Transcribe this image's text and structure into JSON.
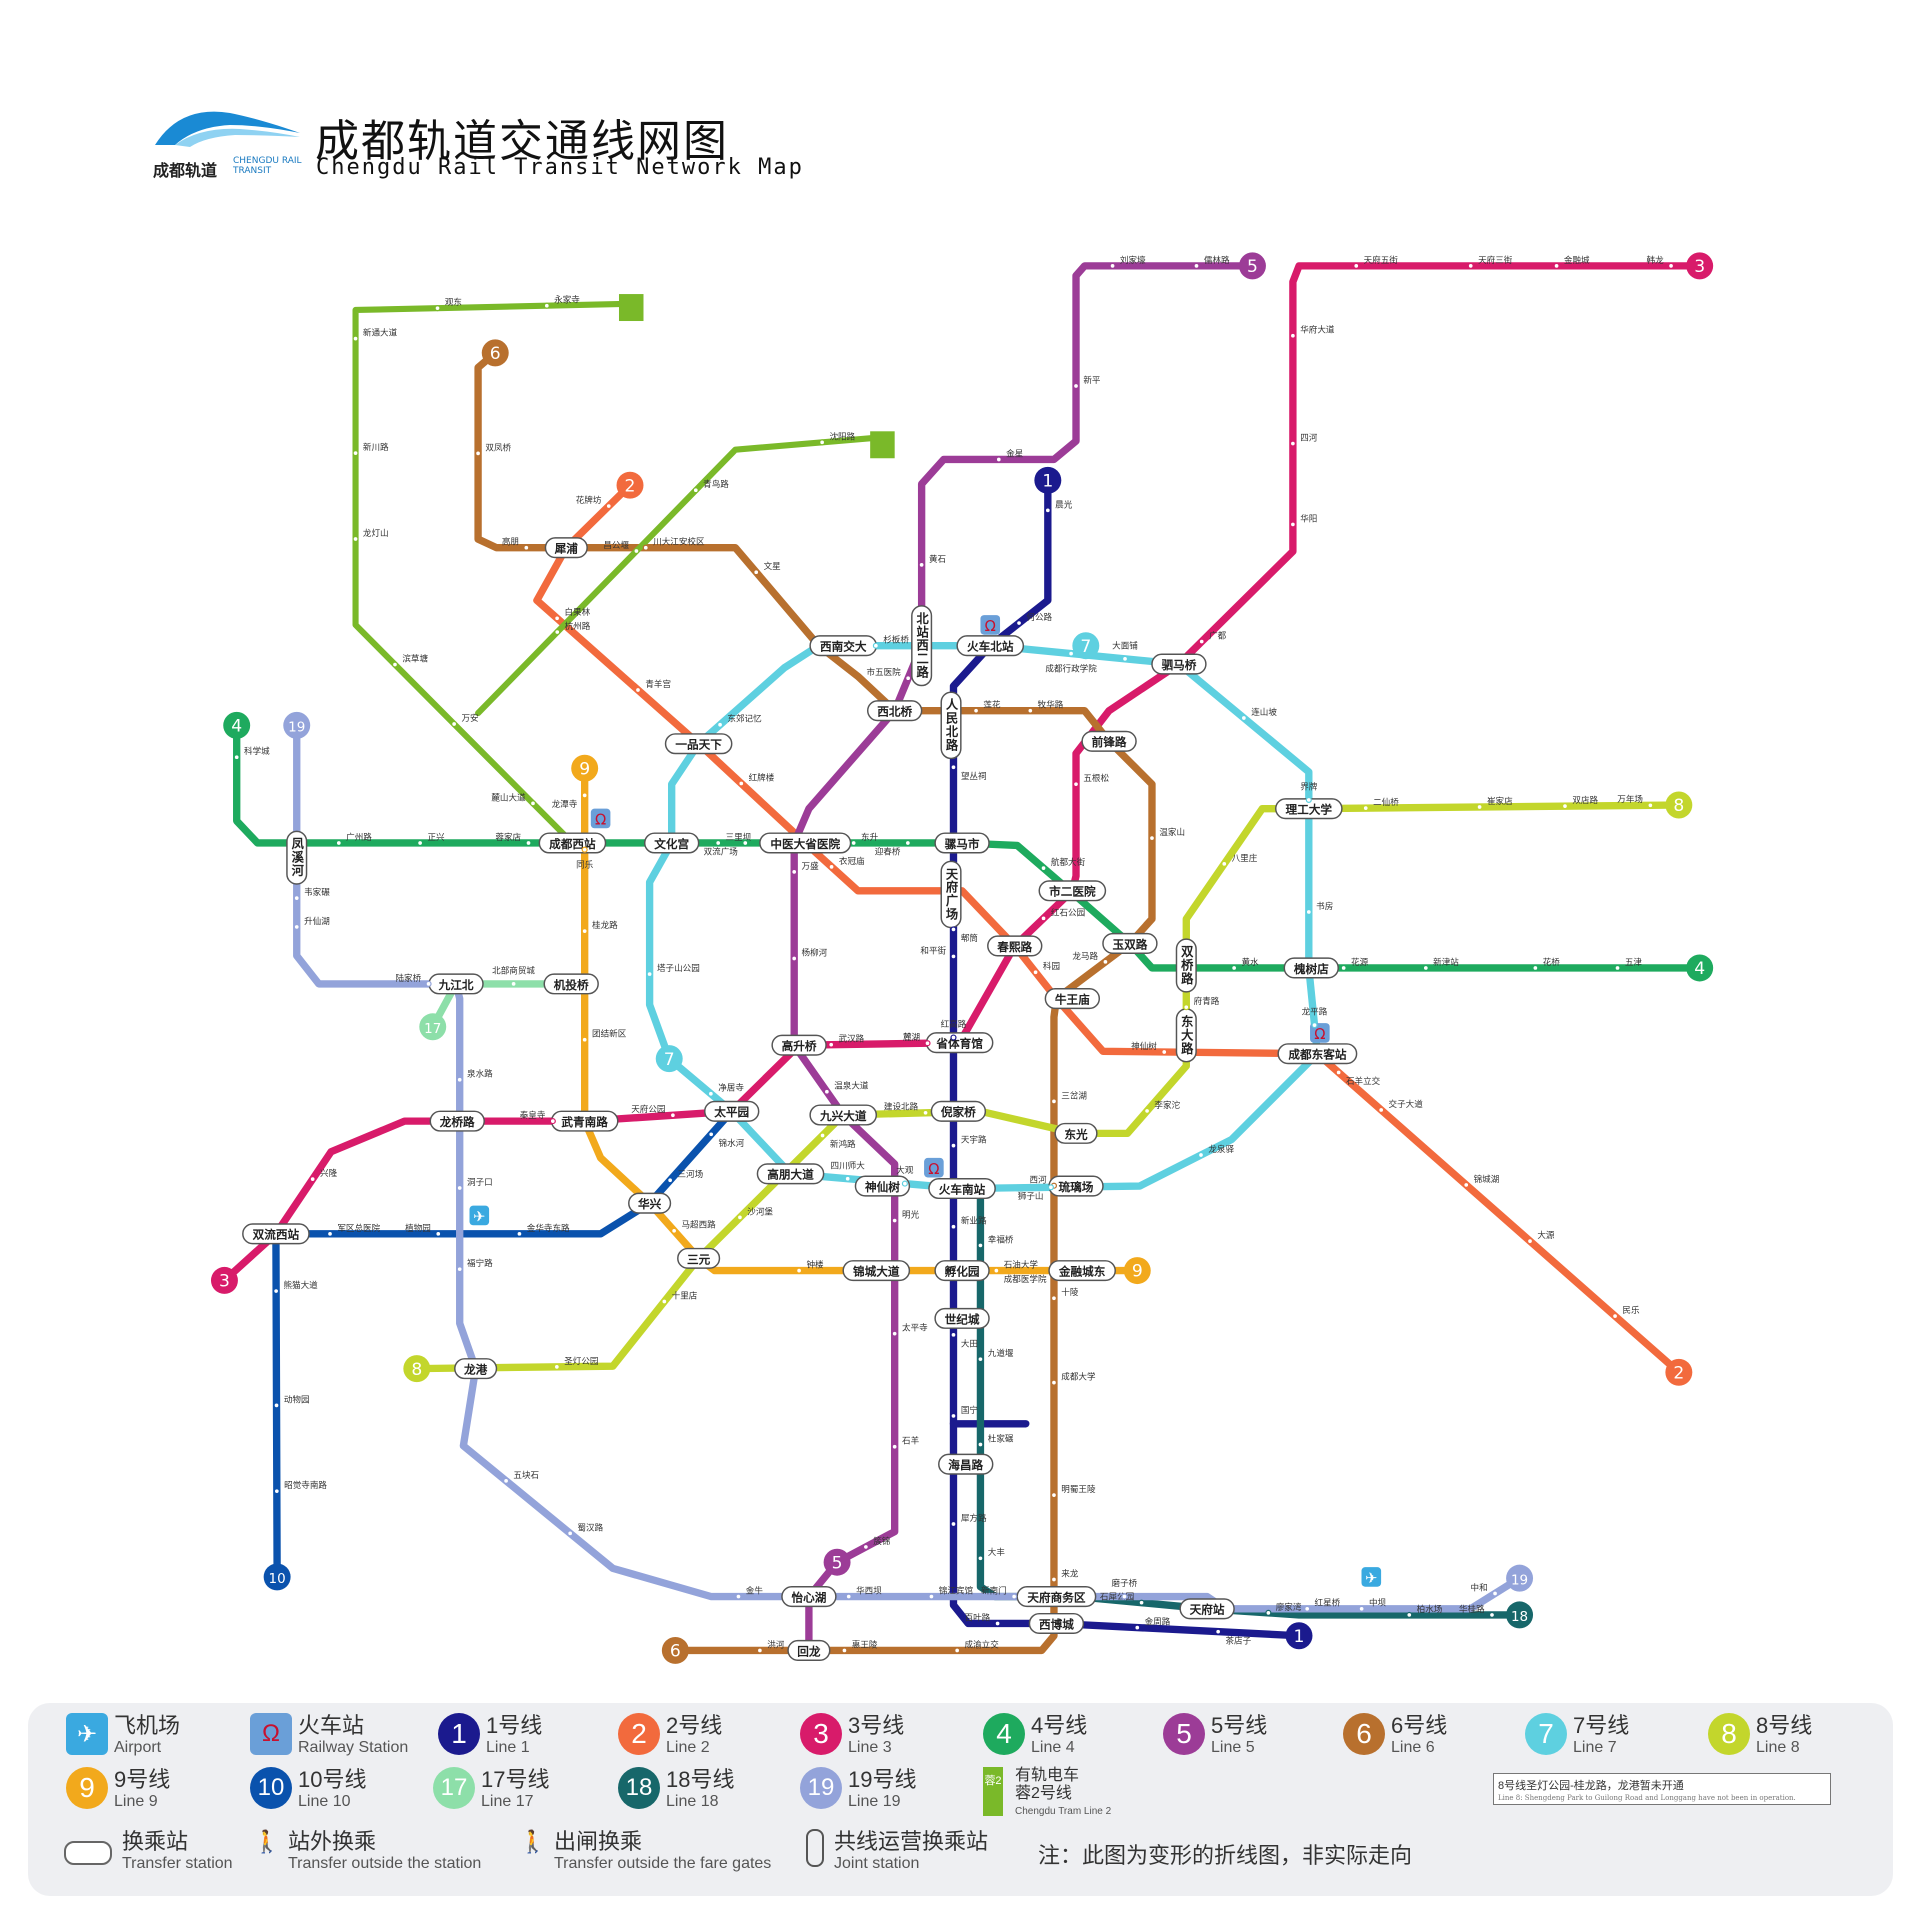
{
  "header": {
    "title_cn": "成都轨道交通线网图",
    "title_en": "Chengdu Rail Transit Network Map",
    "logo_cn": "成都轨道",
    "logo_en": "CHENGDU RAIL TRANSIT"
  },
  "lines": [
    {
      "id": "1",
      "color": "#1b1a8e",
      "cn": "1号线",
      "en": "Line 1"
    },
    {
      "id": "2",
      "color": "#f26a3d",
      "cn": "2号线",
      "en": "Line 2"
    },
    {
      "id": "3",
      "color": "#d81b6a",
      "cn": "3号线",
      "en": "Line 3"
    },
    {
      "id": "4",
      "color": "#1eaa5e",
      "cn": "4号线",
      "en": "Line 4"
    },
    {
      "id": "5",
      "color": "#9c3c97",
      "cn": "5号线",
      "en": "Line 5"
    },
    {
      "id": "6",
      "color": "#b8702e",
      "cn": "6号线",
      "en": "Line 6"
    },
    {
      "id": "7",
      "color": "#5ed0e0",
      "cn": "7号线",
      "en": "Line 7"
    },
    {
      "id": "8",
      "color": "#c3d62c",
      "cn": "8号线",
      "en": "Line 8"
    },
    {
      "id": "9",
      "color": "#f2a91c",
      "cn": "9号线",
      "en": "Line 9"
    },
    {
      "id": "10",
      "color": "#0a52ad",
      "cn": "10号线",
      "en": "Line 10"
    },
    {
      "id": "17",
      "color": "#8ddfa9",
      "cn": "17号线",
      "en": "Line 17"
    },
    {
      "id": "18",
      "color": "#17676a",
      "cn": "18号线",
      "en": "Line 18"
    },
    {
      "id": "19",
      "color": "#93a3da",
      "cn": "19号线",
      "en": "Line 19"
    },
    {
      "id": "蓉2",
      "color": "#7ab929",
      "cn": "有轨电车蓉2号线",
      "en": "Chengdu Tram Line 2"
    }
  ],
  "legend": {
    "airport_cn": "飞机场",
    "airport_en": "Airport",
    "airport_icon": "airplane-icon",
    "airport_color": "#3aa9e0",
    "railway_cn": "火车站",
    "railway_en": "Railway Station",
    "railway_icon": "train-icon",
    "railway_color": "#6a9fd8",
    "tram_cn_1": "有轨电车",
    "tram_cn_2": "蓉2号线",
    "tram_en": "Chengdu Tram Line 2",
    "tram_badge": "蓉2",
    "transfer_cn": "换乘站",
    "transfer_en": "Transfer station",
    "outside_cn": "站外换乘",
    "outside_en": "Transfer outside the station",
    "gates_cn": "出闸换乘",
    "gates_en": "Transfer outside the fare gates",
    "joint_cn": "共线运营换乘站",
    "joint_en": "Joint station",
    "note_cn": "8号线圣灯公园-桂龙路，龙港暂未开通",
    "note_en": "Line 8: Shengdeng Park to Guilong Road and Longgang have not  been in operation.",
    "footnote": "注：此图为变形的折线图，非实际走向"
  },
  "transfer_stations": [
    "犀浦",
    "西南交大",
    "火车北站",
    "北站西二路",
    "驷马桥",
    "西北桥",
    "一品天下",
    "人民北路",
    "前锋路",
    "理工大学",
    "凤溪河",
    "成都西站",
    "文化宫",
    "中医大省医院",
    "骡马市",
    "天府广场",
    "市二医院",
    "春熙路",
    "玉双路",
    "双桥路",
    "槐树店",
    "九江北",
    "机投桥",
    "牛王庙",
    "东大路",
    "高升桥",
    "省体育馆",
    "成都东客站",
    "龙桥路",
    "武青南路",
    "太平园",
    "九兴大道",
    "倪家桥",
    "东光",
    "高朋大道",
    "神仙树",
    "火车南站",
    "琉璃场",
    "华兴",
    "双流西站",
    "三元",
    "锦城大道",
    "孵化园",
    "金融城东",
    "世纪城",
    "龙港",
    "海昌路",
    "天府商务区",
    "怡心湖",
    "天府站",
    "西博城",
    "回龙"
  ],
  "stations": [
    "晨光",
    "何公路",
    "望丛祠",
    "郫筒",
    "和平街",
    "红高路",
    "天宇路",
    "新业路",
    "大田",
    "国宁",
    "犀方路",
    "百叶路",
    "金周路",
    "茶店子",
    "花牌坊",
    "白果林",
    "青羊宫",
    "红牌楼",
    "衣冠庙",
    "科园",
    "神仙树",
    "石羊立交",
    "交子大道",
    "锦城湖",
    "大源",
    "民乐",
    "韩龙",
    "金融城",
    "天府三街",
    "天府五街",
    "华府大道",
    "四河",
    "华阳",
    "广都",
    "五根松",
    "红石公园",
    "麓湖",
    "武汉路",
    "天府公园",
    "秦皇寺",
    "兴隆",
    "科学城",
    "广州路",
    "正兴",
    "蓉家店",
    "三里坝",
    "双流广场",
    "东升",
    "迎春桥",
    "航都大街",
    "黄水",
    "花源",
    "新津站",
    "花桥",
    "五津",
    "儒林路",
    "刘家壕",
    "新平",
    "金星",
    "黄石",
    "市五医院",
    "万盛",
    "杨柳河",
    "温泉大道",
    "明光",
    "太平寺",
    "石羊",
    "簇锦",
    "双凤桥",
    "高朋",
    "川大江安校区",
    "文星",
    "莲花",
    "牧华路",
    "温家山",
    "龙马路",
    "三岔湖",
    "西河",
    "十陵",
    "成都大学",
    "明蜀王陵",
    "来龙",
    "成渝立交",
    "惠王陵",
    "洪河",
    "成都行政学院",
    "大面铺",
    "连山坡",
    "界牌",
    "书房",
    "龙平路",
    "龙泉驿",
    "狮子山",
    "大观",
    "四川师大",
    "净居寺",
    "塔子山公园",
    "东郊记忆",
    "杉板桥",
    "万年场",
    "双店路",
    "崔家店",
    "二仙桥",
    "八里庄",
    "府青路",
    "李家沱",
    "建设北路",
    "新鸿路",
    "沙河堡",
    "十里店",
    "圣灯公园",
    "龙潭寺",
    "同乐",
    "桂龙路",
    "团结新区",
    "马超西路",
    "钟楼",
    "石油大学",
    "成都医学院",
    "锦水河",
    "三河场",
    "金华寺东路",
    "植物园",
    "军区总医院",
    "熊猫大道",
    "动物园",
    "昭觉寺南路",
    "北部商贸城",
    "幸福桥",
    "九道堰",
    "杜家碾",
    "大丰",
    "石犀公园",
    "廖家湾",
    "柏水场",
    "华桂路",
    "韦家碾",
    "升仙湖",
    "陆家桥",
    "泉水路",
    "洞子口",
    "福宁路",
    "五块石",
    "蜀汉路",
    "金牛",
    "华西坝",
    "锦江宾馆",
    "新南门",
    "磨子桥",
    "红星桥",
    "中坝",
    "中和",
    "永家寺",
    "观东",
    "新通大道",
    "新川路",
    "龙灯山",
    "滨草塘",
    "万安",
    "麓山大道",
    "沈阳路",
    "青鸟路",
    "昌公堰",
    "杭州路"
  ]
}
